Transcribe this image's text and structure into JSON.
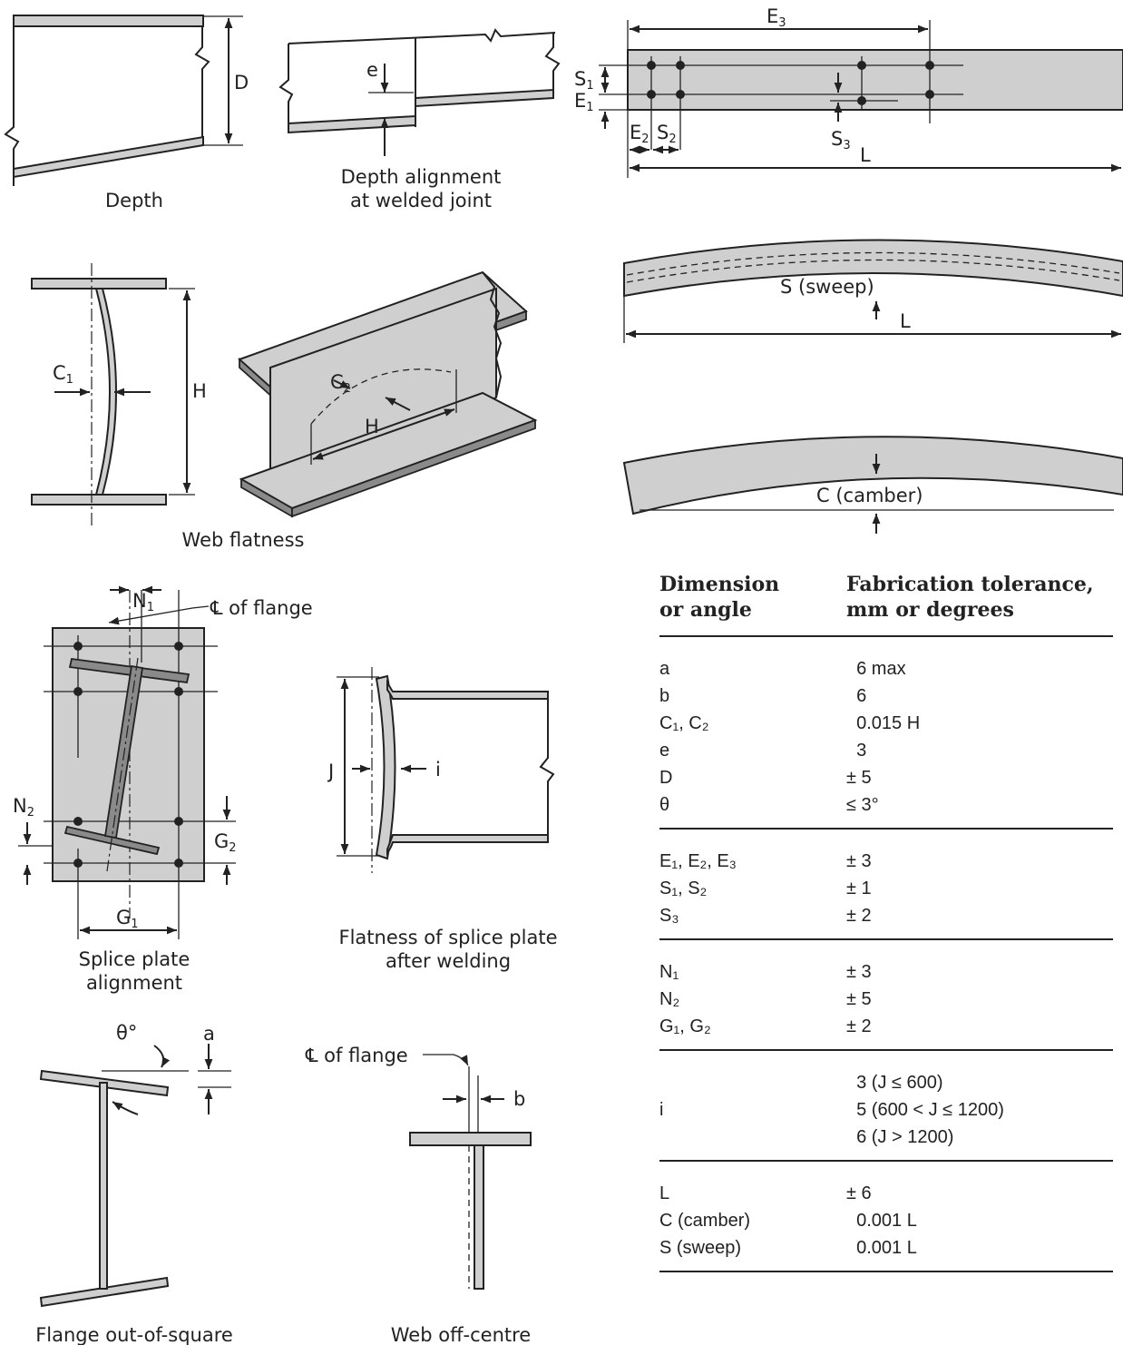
{
  "captions": {
    "depth": "Depth",
    "depth_alignment": [
      "Depth alignment",
      "at welded joint"
    ],
    "web_flatness": "Web flatness",
    "splice_alignment": [
      "Splice plate",
      "alignment"
    ],
    "splice_flatness": [
      "Flatness of splice plate",
      "after welding"
    ],
    "flange_square": "Flange out-of-square",
    "web_offcentre": "Web off-centre"
  },
  "labels": {
    "D": "D",
    "e": "e",
    "E3": "E3",
    "S1": "S1",
    "E1": "E1",
    "E2": "E2",
    "S2": "S2",
    "S3": "S3",
    "L": "L",
    "C1": "C1",
    "H": "H",
    "C2": "C2",
    "sweep": "S (sweep)",
    "camber": "C (camber)",
    "N1": "N1",
    "N2": "N2",
    "G1": "G1",
    "G2": "G2",
    "cl_flange": "℄ of flange",
    "J": "J",
    "i": "i",
    "theta": "θ°",
    "a": "a",
    "b": "b"
  },
  "table": {
    "header": [
      "Dimension\nor angle",
      "Fabrication tolerance,\nmm or degrees"
    ],
    "groups": [
      [
        [
          "a",
          "  6 max"
        ],
        [
          "b",
          "  6"
        ],
        [
          "C₁, C₂",
          "  0.015 H"
        ],
        [
          "e",
          "  3"
        ],
        [
          "D",
          "± 5"
        ],
        [
          "θ",
          "≤ 3°"
        ]
      ],
      [
        [
          "E₁, E₂, E₃",
          "± 3"
        ],
        [
          "S₁, S₂",
          "± 1"
        ],
        [
          "S₃",
          "± 2"
        ]
      ],
      [
        [
          "N₁",
          "± 3"
        ],
        [
          "N₂",
          "± 5"
        ],
        [
          "G₁, G₂",
          "± 2"
        ]
      ],
      [
        [
          "",
          "  3 (J ≤ 600)"
        ],
        [
          "i",
          "  5 (600 < J ≤ 1200)"
        ],
        [
          "",
          "  6 (J > 1200)"
        ]
      ],
      [
        [
          "L",
          "± 6"
        ],
        [
          "C (camber)",
          "  0.001 L"
        ],
        [
          "S (sweep)",
          "  0.001 L"
        ]
      ]
    ]
  }
}
